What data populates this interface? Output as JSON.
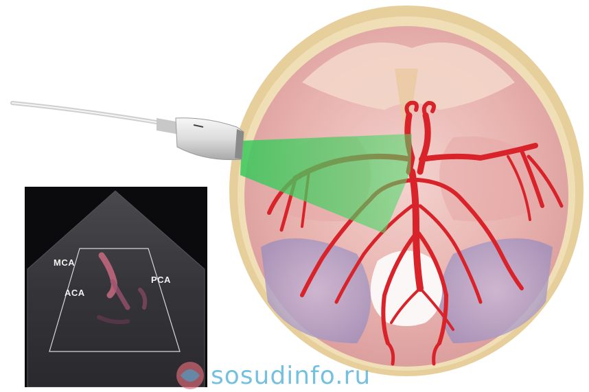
{
  "ultrasound": {
    "labels": {
      "mca": "MCA",
      "aca": "ACA",
      "pca": "PCA"
    }
  },
  "watermark": {
    "text": "sosudinfo.ru"
  },
  "colors": {
    "artery": "#d8232a",
    "ultrasound_beam": "#3ccf5a",
    "skull_bone": "#e9d3a4",
    "brain_tissue": "#e9b6b3",
    "watermark": "#3fa9d6"
  }
}
